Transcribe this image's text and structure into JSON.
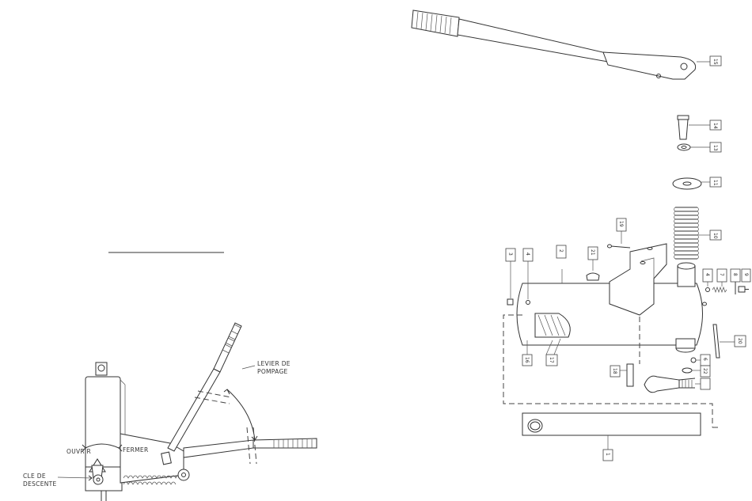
{
  "left_figure": {
    "labels": {
      "pump_lever": [
        "LEVIER DE",
        "POMPAGE"
      ],
      "open": "OUVRIR",
      "close": "FERMER",
      "release_key": [
        "CLE DE",
        "DESCENTE"
      ]
    }
  },
  "parts": {
    "p1": "1",
    "p2": "2",
    "p3": "3",
    "p4": "4",
    "p4b": "4",
    "p6": "6",
    "p7": "7",
    "p8": "8",
    "p9": "9",
    "p10": "10",
    "p11": "11",
    "p13": "13",
    "p14": "14",
    "p15": "15",
    "p16": "16",
    "p17": "17",
    "p18": "18",
    "p19": "19",
    "p20": "20",
    "p21": "21",
    "p22": "22"
  }
}
